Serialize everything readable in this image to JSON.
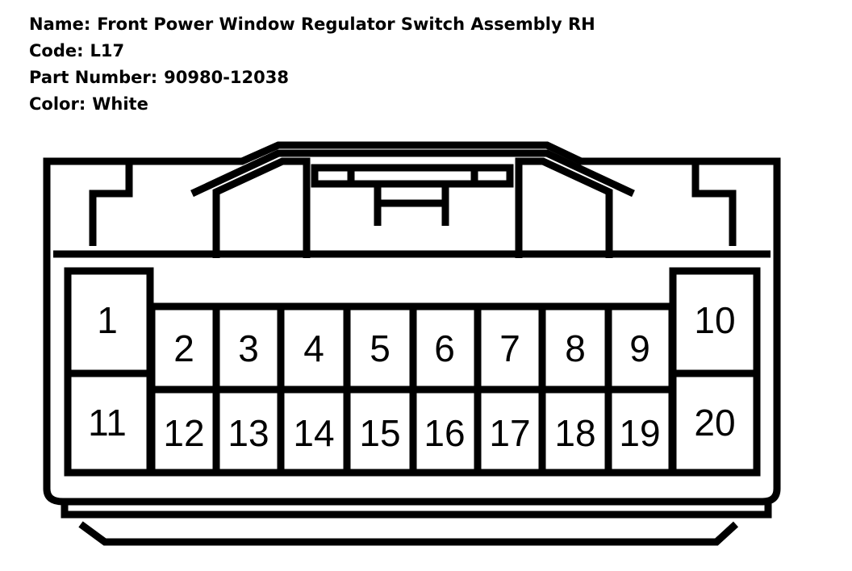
{
  "part": {
    "name_label": "Name:",
    "name": "Front Power Window Regulator Switch Assembly RH",
    "code_label": "Code:",
    "code": "L17",
    "part_number_label": "Part Number:",
    "part_number": "90980-12038",
    "color_label": "Color:",
    "color": "White"
  },
  "connector": {
    "pins": [
      "1",
      "2",
      "3",
      "4",
      "5",
      "6",
      "7",
      "8",
      "9",
      "10",
      "11",
      "12",
      "13",
      "14",
      "15",
      "16",
      "17",
      "18",
      "19",
      "20"
    ],
    "line_color": "#000000",
    "fill_color": "#ffffff"
  }
}
